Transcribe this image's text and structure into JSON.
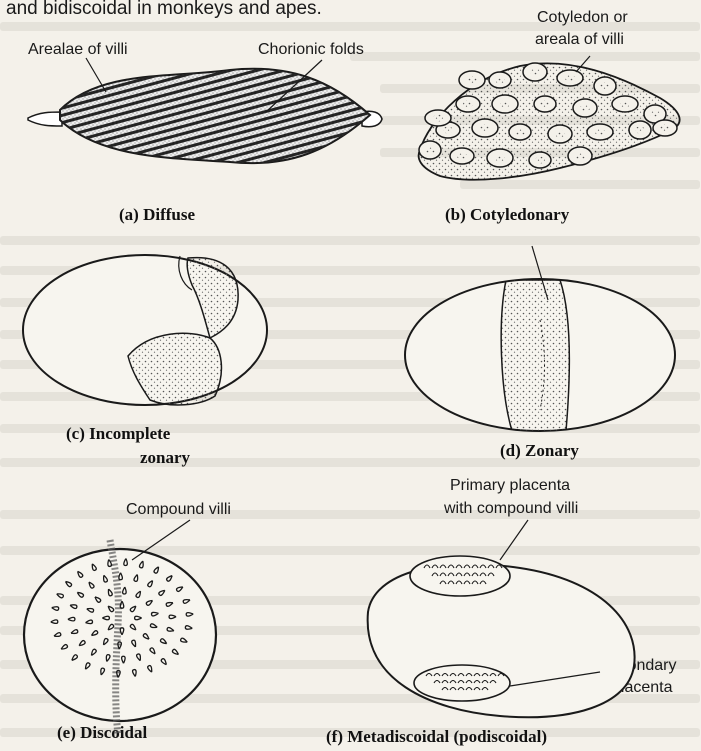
{
  "header": {
    "text": "and bidiscoidal in monkeys and apes."
  },
  "figures": {
    "a": {
      "caption": "(a) Diffuse",
      "labels": {
        "areolae": "Arealae of villi",
        "folds": "Chorionic folds"
      }
    },
    "b": {
      "caption": "(b) Cotyledonary",
      "labels": {
        "cotyledon_line1": "Cotyledon or",
        "cotyledon_line2": "areala of villi"
      }
    },
    "c": {
      "caption_line1": "(c) Incomplete",
      "caption_line2": "zonary"
    },
    "d": {
      "caption": "(d) Zonary"
    },
    "e": {
      "caption": "(e) Discoidal",
      "labels": {
        "compound": "Compound villi"
      }
    },
    "f": {
      "caption": "(f) Metadiscoidal (podiscoidal)",
      "labels": {
        "primary_line1": "Primary placenta",
        "primary_line2": "with compound villi",
        "secondary_line1": "Secondary",
        "secondary_line2": "placenta"
      }
    }
  },
  "colors": {
    "ink": "#1a1a1a",
    "paper": "#f4f1ea",
    "stipple": "#555555"
  }
}
